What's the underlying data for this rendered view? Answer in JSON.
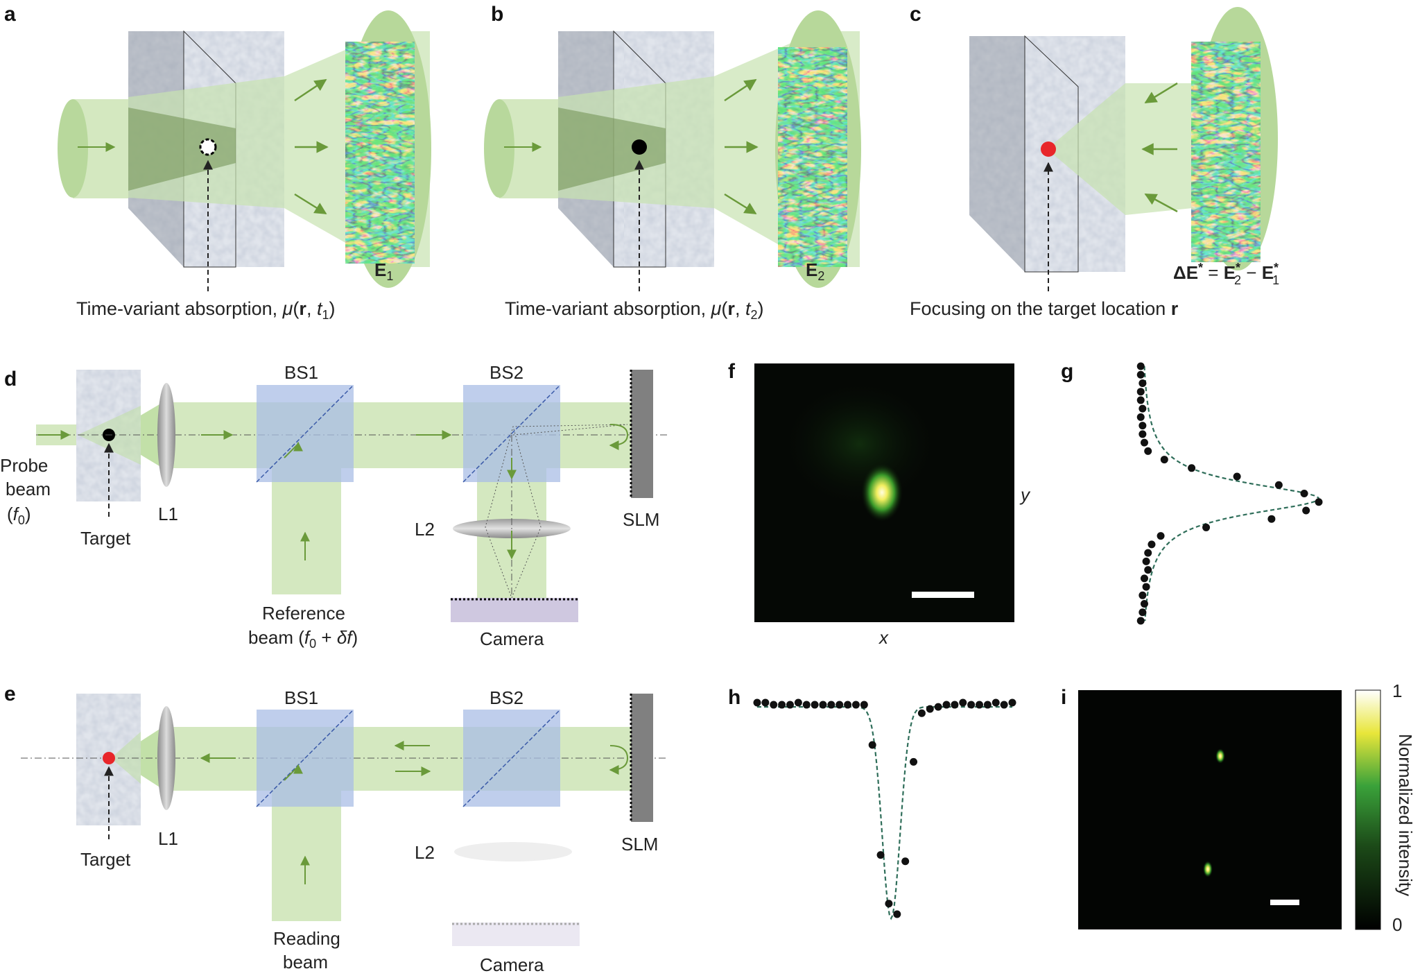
{
  "panels": {
    "a": "a",
    "b": "b",
    "c": "c",
    "d": "d",
    "e": "e",
    "f": "f",
    "g": "g",
    "h": "h",
    "i": "i"
  },
  "panel_a": {
    "field_label": "E",
    "field_sub": "1",
    "caption_pre": "Time-variant absorption, ",
    "caption_mu": "μ",
    "caption_r": "r",
    "caption_sep": ", ",
    "caption_t": "t",
    "caption_tsub": "1",
    "caption_end": ")"
  },
  "panel_b": {
    "field_label": "E",
    "field_sub": "2",
    "caption_pre": "Time-variant absorption, ",
    "caption_mu": "μ",
    "caption_r": "r",
    "caption_sep": ", ",
    "caption_t": "t",
    "caption_tsub": "2",
    "caption_end": ")"
  },
  "panel_c": {
    "caption_pre": "Focusing on the target location ",
    "caption_r": "r",
    "eq_delta": "ΔE",
    "eq_mid": " = E",
    "eq_minus": " − E",
    "eq_star": "*",
    "eq_sub2": "2",
    "eq_sub1": "1"
  },
  "panel_d": {
    "bs1": "BS1",
    "bs2": "BS2",
    "l1": "L1",
    "l2": "L2",
    "slm": "SLM",
    "probe_1": "Probe",
    "probe_2": "beam",
    "probe_3_open": "(",
    "probe_3_f": "f",
    "probe_3_sub": "0",
    "probe_3_close": ")",
    "target": "Target",
    "ref_1": "Reference",
    "ref_2_pre": "beam (",
    "ref_2_f": "f",
    "ref_2_sub": "0",
    "ref_2_mid": " + ",
    "ref_2_df": "δf",
    "ref_2_close": ")",
    "camera": "Camera"
  },
  "panel_e": {
    "bs1": "BS1",
    "bs2": "BS2",
    "l1": "L1",
    "l2": "L2",
    "slm": "SLM",
    "target": "Target",
    "read_1": "Reading",
    "read_2": "beam",
    "camera": "Camera"
  },
  "panel_f": {
    "x_label": "x",
    "y_label": "y"
  },
  "panel_i": {
    "cb_max": "1",
    "cb_min": "0",
    "cb_label": "Normalized intensity"
  },
  "colors": {
    "beam": "#d4e8c0",
    "arrow": "#6a9a3a",
    "bs": "#a9bee6",
    "target_red": "#e8262a",
    "fit": "#2f6e5a"
  },
  "chart_data": [
    {
      "type": "scatter",
      "panel": "g",
      "title": "",
      "xlabel": "",
      "ylabel": "",
      "x": [
        0.02,
        0.02,
        0.03,
        0.02,
        0.02,
        0.03,
        0.02,
        0.03,
        0.03,
        0.04,
        0.06,
        0.15,
        0.3,
        0.55,
        0.78,
        0.92,
        1.0,
        0.93,
        0.74,
        0.38,
        0.13,
        0.08,
        0.06,
        0.05,
        0.06,
        0.04,
        0.05,
        0.03,
        0.04,
        0.03,
        0.02
      ],
      "fit": "gaussian"
    },
    {
      "type": "scatter",
      "panel": "h",
      "title": "",
      "xlabel": "",
      "ylabel": "",
      "y": [
        1.0,
        1.0,
        0.99,
        0.99,
        0.99,
        1.0,
        0.99,
        0.99,
        0.99,
        0.99,
        0.99,
        0.99,
        0.99,
        0.99,
        0.8,
        0.28,
        0.05,
        0.0,
        0.25,
        0.72,
        0.95,
        0.97,
        0.98,
        0.99,
        0.99,
        1.0,
        0.99,
        0.99,
        0.99,
        1.0,
        0.99,
        1.0
      ],
      "fit": "inverted gaussian"
    }
  ]
}
